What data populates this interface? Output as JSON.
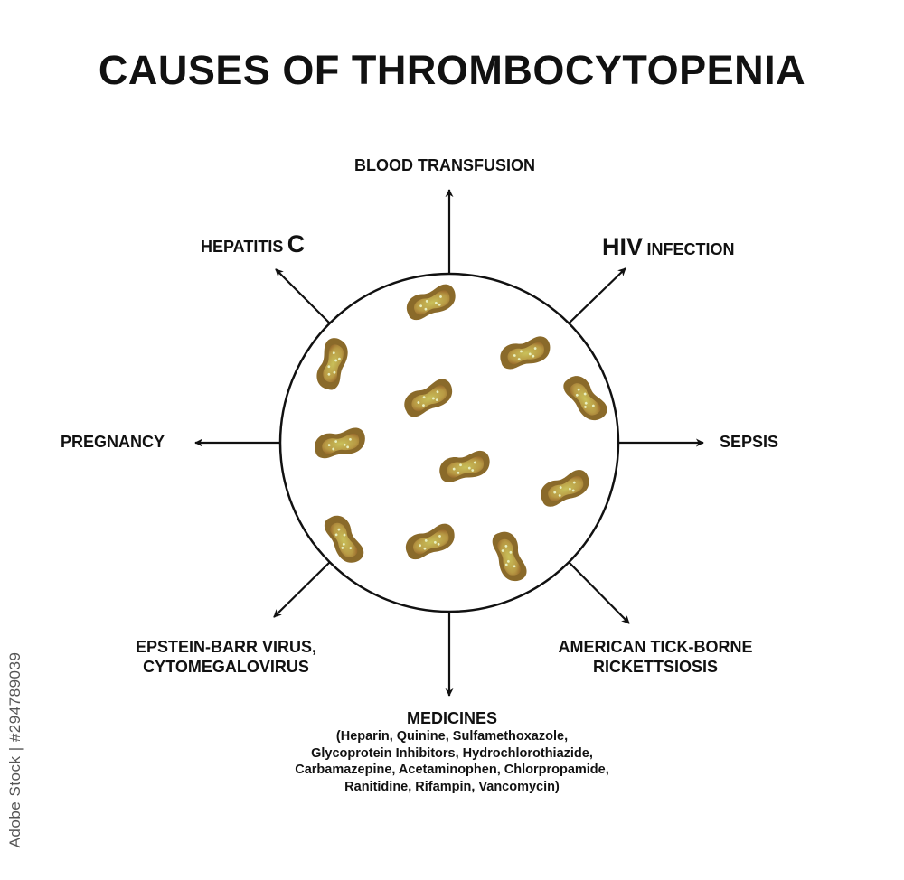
{
  "title": "CAUSES OF THROMBOCYTOPENIA",
  "causes": {
    "blood_transfusion": "BLOOD TRANSFUSION",
    "hepatitis_prefix": "HEPATITIS",
    "hepatitis_letter": "C",
    "hiv_main": "HIV",
    "hiv_suffix": "INFECTION",
    "pregnancy": "PREGNANCY",
    "sepsis": "SEPSIS",
    "ebv_line1": "EPSTEIN-BARR VIRUS,",
    "ebv_line2": "CYTOMEGALOVIRUS",
    "tick_line1": "AMERICAN TICK-BORNE",
    "tick_line2": "RICKETTSIOSIS",
    "medicines_heading": "MEDICINES",
    "medicines_list": [
      "(Heparin, Quinine, Sulfamethoxazole,",
      "Glycoprotein Inhibitors, Hydrochlorothiazide,",
      "Carbamazepine, Acetaminophen, Chlorpropamide,",
      "Ranitidine, Rifampin, Vancomycin)"
    ]
  },
  "watermark_id": "Adobe Stock | #294789039",
  "colors": {
    "platelet_fill": "#b8a14a",
    "platelet_outline": "#8a6a2a",
    "platelet_dots": "#e9f0c0",
    "line": "#111111"
  }
}
